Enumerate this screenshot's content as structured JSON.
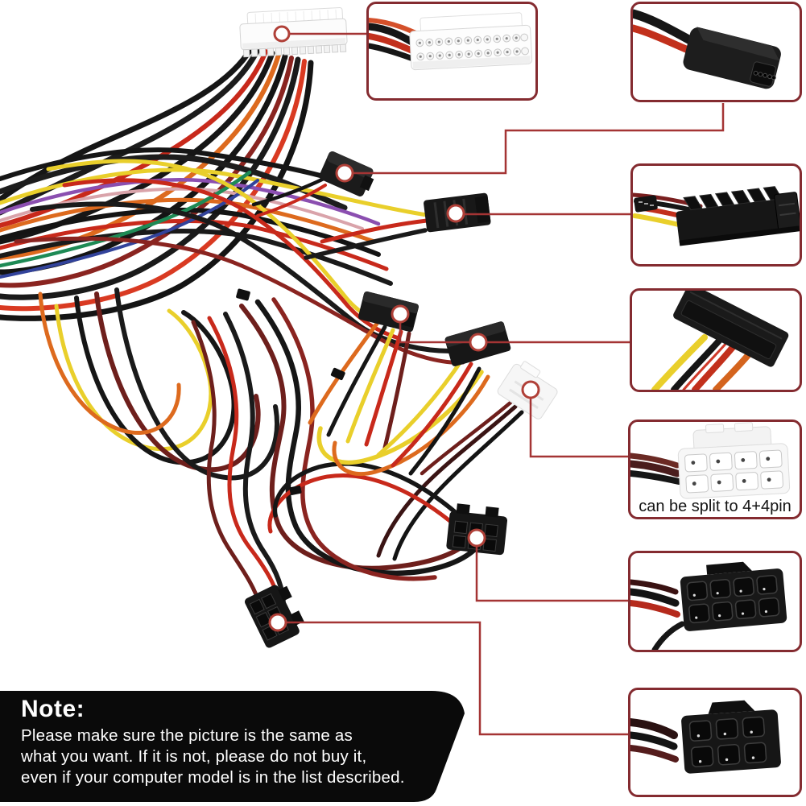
{
  "colors": {
    "background": "#ffffff",
    "callout_line": "#a43434",
    "inset_border": "#842b30",
    "note_background": "#0a0a0a",
    "note_text": "#ffffff"
  },
  "note": {
    "title": "Note:",
    "lines": [
      "Please make sure the picture is the same as",
      "what you want. If it is not, please do not buy it,",
      "even if your computer model is in the list described."
    ]
  },
  "insets": [
    {
      "name": "atx-24pin-connector",
      "caption": ""
    },
    {
      "name": "small-4pin-molded-connector",
      "caption": ""
    },
    {
      "name": "sata-power-connector",
      "caption": ""
    },
    {
      "name": "sata-power-connector-angled",
      "caption": ""
    },
    {
      "name": "cpu-8pin-connector",
      "caption": "can be split to 4+4pin"
    },
    {
      "name": "pcie-8pin-connector",
      "caption": ""
    },
    {
      "name": "pcie-6pin-connector",
      "caption": ""
    }
  ]
}
